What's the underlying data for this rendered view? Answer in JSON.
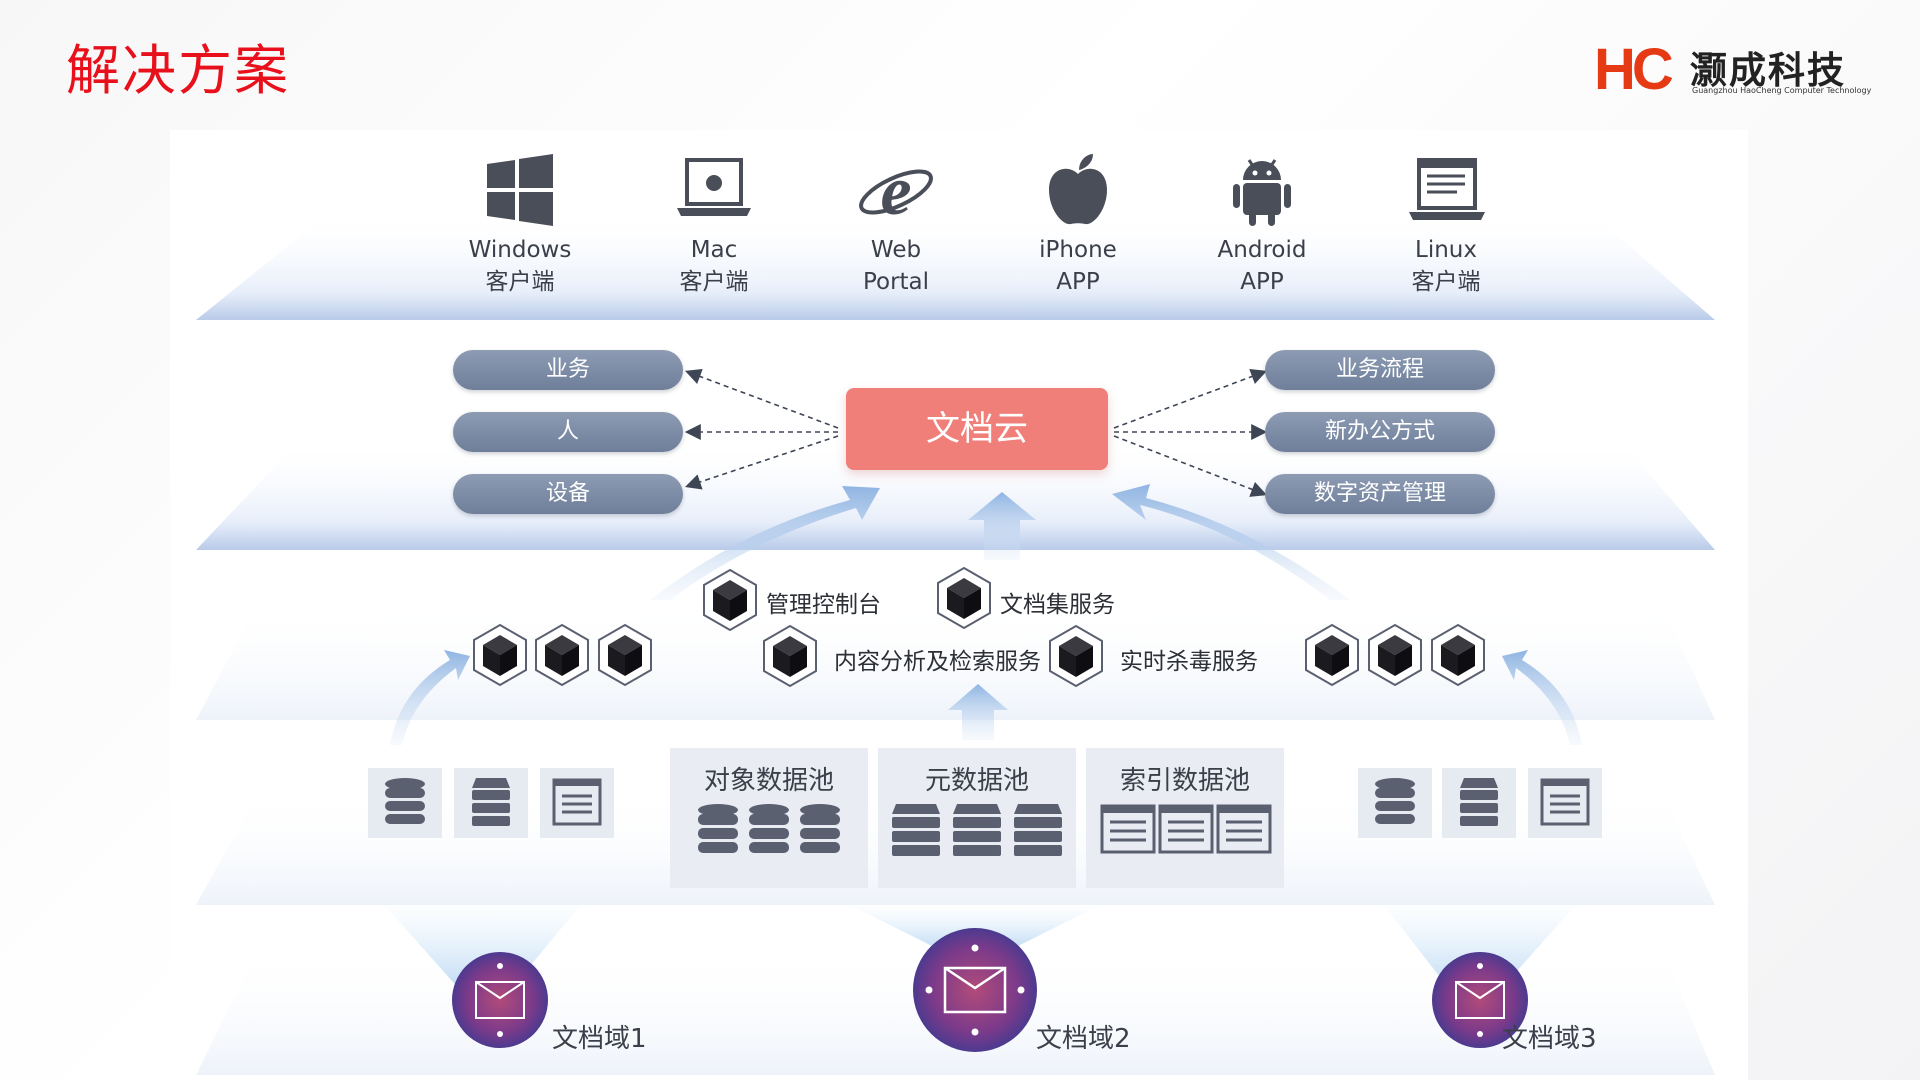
{
  "header": {
    "title": "解决方案"
  },
  "logo": {
    "mark": "HC",
    "name_cn": "灏成科技",
    "name_en": "Guangzhou HaoCheng Computer Technology"
  },
  "clients": [
    {
      "line1": "Windows",
      "line2": "客户端",
      "icon": "windows-icon"
    },
    {
      "line1": "Mac",
      "line2": "客户端",
      "icon": "mac-laptop-icon"
    },
    {
      "line1": "Web",
      "line2": "Portal",
      "icon": "ie-browser-icon"
    },
    {
      "line1": "iPhone",
      "line2": "APP",
      "icon": "apple-icon"
    },
    {
      "line1": "Android",
      "line2": "APP",
      "icon": "android-icon"
    },
    {
      "line1": "Linux",
      "line2": "客户端",
      "icon": "linux-terminal-icon"
    }
  ],
  "core": {
    "label": "文档云"
  },
  "left_pills": [
    "业务",
    "人",
    "设备"
  ],
  "right_pills": [
    "业务流程",
    "新办公方式",
    "数字资产管理"
  ],
  "services": {
    "mgmt_console": "管理控制台",
    "doc_set": "文档集服务",
    "content_analysis": "内容分析及检索服务",
    "antivirus": "实时杀毒服务"
  },
  "pools": [
    {
      "title": "对象数据池",
      "icon": "database-icon"
    },
    {
      "title": "元数据池",
      "icon": "server-icon"
    },
    {
      "title": "索引数据池",
      "icon": "index-window-icon"
    }
  ],
  "domains": [
    "文档域1",
    "文档域2",
    "文档域3"
  ],
  "colors": {
    "title_red": "#e8101a",
    "core_fill": "#f07f7a",
    "pill_fill": "#7d8ca6",
    "arrow_blue": "#a9c6e8",
    "cube_dark": "#1b1b1f"
  }
}
